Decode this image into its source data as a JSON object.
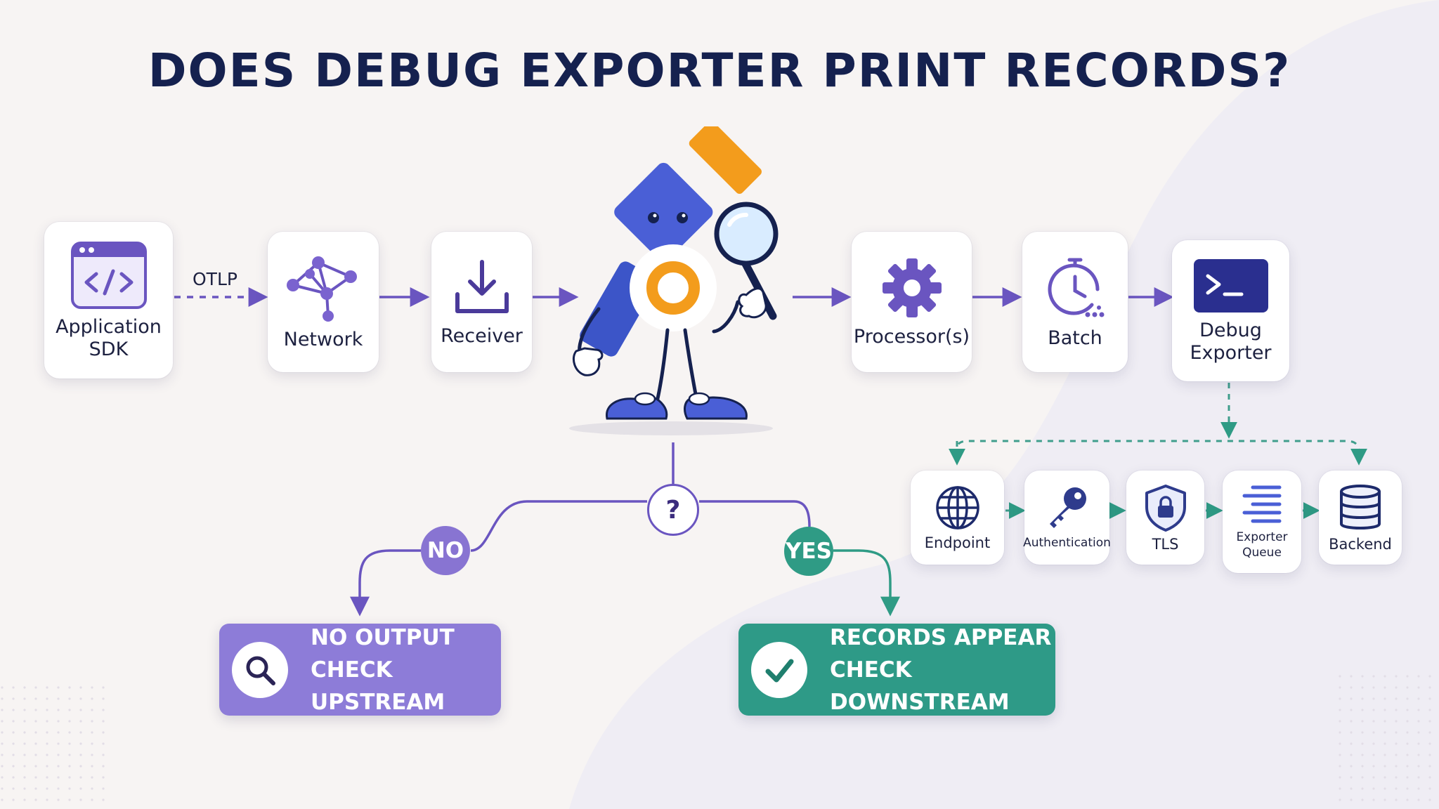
{
  "title": "DOES DEBUG EXPORTER PRINT RECORDS?",
  "colors": {
    "navy": "#15214f",
    "purple": "#6a55c0",
    "teal": "#2f9b85",
    "blue": "#4a63d8",
    "orange": "#f39c1c"
  },
  "pipeline": {
    "connector_label": "OTLP",
    "stages": [
      {
        "label": "Application\nSDK",
        "icon": "code-window-icon"
      },
      {
        "label": "Network",
        "icon": "network-nodes-icon"
      },
      {
        "label": "Receiver",
        "icon": "download-tray-icon"
      },
      {
        "label": "Processor(s)",
        "icon": "gear-icon"
      },
      {
        "label": "Batch",
        "icon": "timer-icon"
      },
      {
        "label": "Debug\nExporter",
        "icon": "terminal-icon"
      }
    ]
  },
  "downstream": [
    {
      "label": "Endpoint",
      "icon": "globe-icon"
    },
    {
      "label": "Authentication",
      "icon": "key-icon"
    },
    {
      "label": "TLS",
      "icon": "shield-lock-icon"
    },
    {
      "label": "Exporter\nQueue",
      "icon": "queue-lines-icon"
    },
    {
      "label": "Backend",
      "icon": "database-icon"
    }
  ],
  "decision": {
    "symbol": "?",
    "no_label": "NO",
    "yes_label": "YES"
  },
  "results": {
    "no": {
      "line1": "NO OUTPUT",
      "line2": "CHECK UPSTREAM",
      "icon": "magnifier-icon"
    },
    "yes": {
      "line1": "RECORDS APPEAR",
      "line2": "CHECK DOWNSTREAM",
      "icon": "checkmark-icon"
    }
  }
}
